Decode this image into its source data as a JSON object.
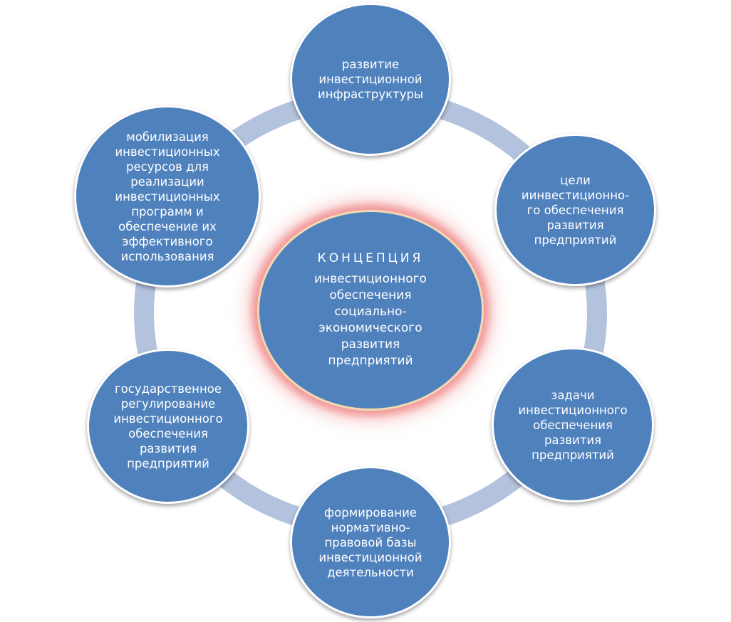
{
  "colors": {
    "node_fill": "#4f81bd",
    "connector": "#b4c3dd",
    "center_border": "#f3d9b1",
    "center_glow": "#eb6969",
    "text": "#ffffff"
  },
  "center": {
    "heading": "КОНЦЕПЦИЯ",
    "text": "инвестиционного\nобеспечения\nсоциально-\nэкономического\nразвития\nпредприятий"
  },
  "nodes": [
    {
      "text": "развитие\nинвестиционной\nинфраструктуры"
    },
    {
      "text": "цели\nиинвестиционно-\nго обеспечения\nразвития\nпредприятий"
    },
    {
      "text": "задачи\nинвестиционного\nобеспечения\nразвития\nпредприятий"
    },
    {
      "text": "формирование\nнормативно-\nправовой базы\nинвестиционной\nдеятельности"
    },
    {
      "text": "государственное\nрегулирование\nинвестиционного\nобеспечения\nразвития\nпредприятий"
    },
    {
      "text": "мобилизация\nинвестиционных\nресурсов для\nреализации\nинвестиционных\nпрограмм и\nобеспечение их\nэффективного\nиспользования"
    }
  ]
}
